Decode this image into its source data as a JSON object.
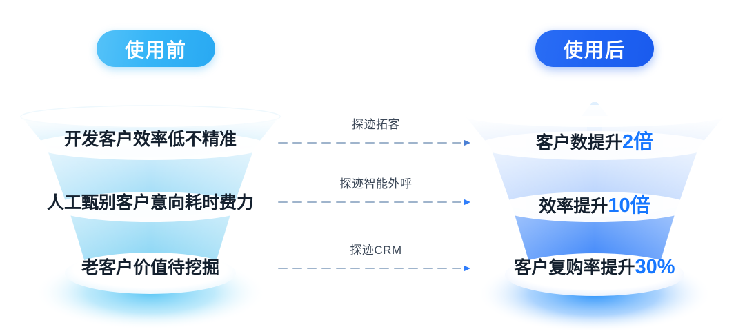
{
  "badges": {
    "before": {
      "label": "使用前",
      "color": "#36b5f7"
    },
    "after": {
      "label": "使用后",
      "color": "#1f63f2"
    }
  },
  "colors": {
    "text_dark": "#14202e",
    "accent_blue": "#1677ff",
    "connector_text": "#3c4858",
    "funnel_left_fill": "#7fd4f5",
    "funnel_right_fill": "#2f7dfb",
    "glow_left": "#3fbdf4",
    "glow_right": "#1d8cfb"
  },
  "left_funnel": {
    "name": "before-funnel",
    "rows": [
      {
        "text": "开发客户效率低不精准"
      },
      {
        "text": "人工甄别客户意向耗时费力"
      },
      {
        "text": "老客户价值待挖掘"
      }
    ]
  },
  "right_funnel": {
    "name": "after-funnel",
    "rows": [
      {
        "prefix": "客户数提升",
        "value": "2倍"
      },
      {
        "prefix": "效率提升",
        "value": "10倍"
      },
      {
        "prefix": "客户复购率提升",
        "value": "30%"
      }
    ]
  },
  "connectors": [
    {
      "label": "探迹拓客"
    },
    {
      "label": "探迹智能外呼"
    },
    {
      "label": "探迹CRM"
    }
  ]
}
